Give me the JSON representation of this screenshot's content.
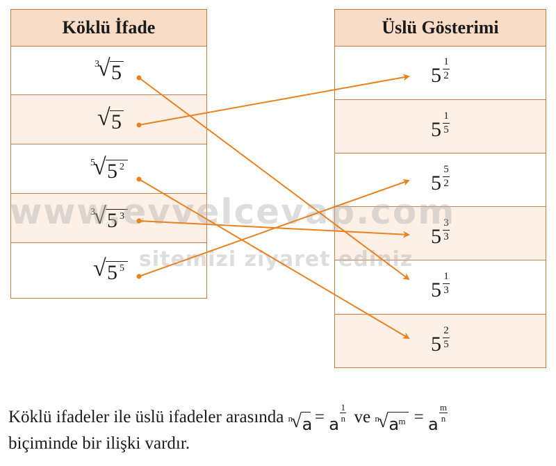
{
  "left_table": {
    "header": "Köklü İfade",
    "rows": [
      {
        "index": "3",
        "base": "5",
        "exp": ""
      },
      {
        "index": "",
        "base": "5",
        "exp": ""
      },
      {
        "index": "5",
        "base": "5",
        "exp": "2"
      },
      {
        "index": "3",
        "base": "5",
        "exp": "3"
      },
      {
        "index": "",
        "base": "5",
        "exp": "5"
      }
    ]
  },
  "right_table": {
    "header": "Üslü Gösterimi",
    "rows": [
      {
        "base": "5",
        "num": "1",
        "den": "2"
      },
      {
        "base": "5",
        "num": "1",
        "den": "5"
      },
      {
        "base": "5",
        "num": "5",
        "den": "2"
      },
      {
        "base": "5",
        "num": "3",
        "den": "3"
      },
      {
        "base": "5",
        "num": "1",
        "den": "3"
      },
      {
        "base": "5",
        "num": "2",
        "den": "5"
      }
    ]
  },
  "connections": [
    {
      "from": 0,
      "to": 4
    },
    {
      "from": 1,
      "to": 0
    },
    {
      "from": 2,
      "to": 5
    },
    {
      "from": 3,
      "to": 3
    },
    {
      "from": 4,
      "to": 2
    }
  ],
  "watermark": {
    "line1": "www.evvelcevap.com",
    "line2": "sitemizi ziyaret ediniz"
  },
  "footer": {
    "text_before": "Köklü ifadeler ile üslü ifadeler arasında",
    "f1_index": "n",
    "f1_radicand": "a",
    "eq": "=",
    "f1_base": "a",
    "f1_num": "1",
    "f1_den": "n",
    "ve": "ve",
    "f2_index": "n",
    "f2_radicand": "a",
    "f2_exp": "m",
    "f2_base": "a",
    "f2_num": "m",
    "f2_den": "n",
    "text_after": "biçiminde bir ilişki vardır."
  },
  "colors": {
    "arrow": "#e8821e",
    "border": "#c97a45",
    "header_bg": "#f9dcc6",
    "alt_bg": "#fdf0e6"
  }
}
